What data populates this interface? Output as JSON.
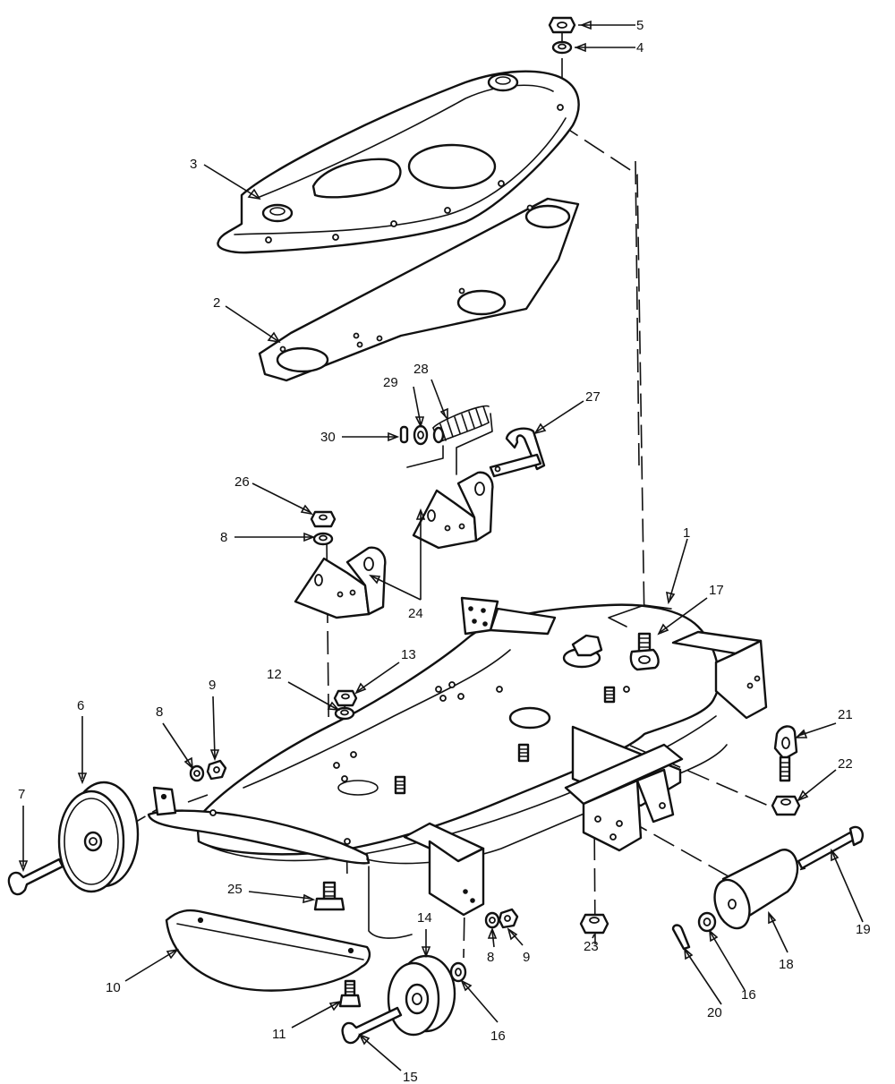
{
  "colors": {
    "line": "#111111",
    "background": "#ffffff"
  },
  "callouts": [
    {
      "id": "c1",
      "label": "1"
    },
    {
      "id": "c2",
      "label": "2"
    },
    {
      "id": "c3",
      "label": "3"
    },
    {
      "id": "c4",
      "label": "4"
    },
    {
      "id": "c5",
      "label": "5"
    },
    {
      "id": "c6",
      "label": "6"
    },
    {
      "id": "c7",
      "label": "7"
    },
    {
      "id": "c8a",
      "label": "8"
    },
    {
      "id": "c8b",
      "label": "8"
    },
    {
      "id": "c8c",
      "label": "8"
    },
    {
      "id": "c9a",
      "label": "9"
    },
    {
      "id": "c9b",
      "label": "9"
    },
    {
      "id": "c10",
      "label": "10"
    },
    {
      "id": "c11",
      "label": "11"
    },
    {
      "id": "c12",
      "label": "12"
    },
    {
      "id": "c13",
      "label": "13"
    },
    {
      "id": "c14",
      "label": "14"
    },
    {
      "id": "c15",
      "label": "15"
    },
    {
      "id": "c16a",
      "label": "16"
    },
    {
      "id": "c16b",
      "label": "16"
    },
    {
      "id": "c17",
      "label": "17"
    },
    {
      "id": "c18",
      "label": "18"
    },
    {
      "id": "c19",
      "label": "19"
    },
    {
      "id": "c20",
      "label": "20"
    },
    {
      "id": "c21",
      "label": "21"
    },
    {
      "id": "c22",
      "label": "22"
    },
    {
      "id": "c23",
      "label": "23"
    },
    {
      "id": "c24",
      "label": "24"
    },
    {
      "id": "c25",
      "label": "25"
    },
    {
      "id": "c26",
      "label": "26"
    },
    {
      "id": "c27",
      "label": "27"
    },
    {
      "id": "c28",
      "label": "28"
    },
    {
      "id": "c29",
      "label": "29"
    },
    {
      "id": "c30",
      "label": "30"
    }
  ]
}
